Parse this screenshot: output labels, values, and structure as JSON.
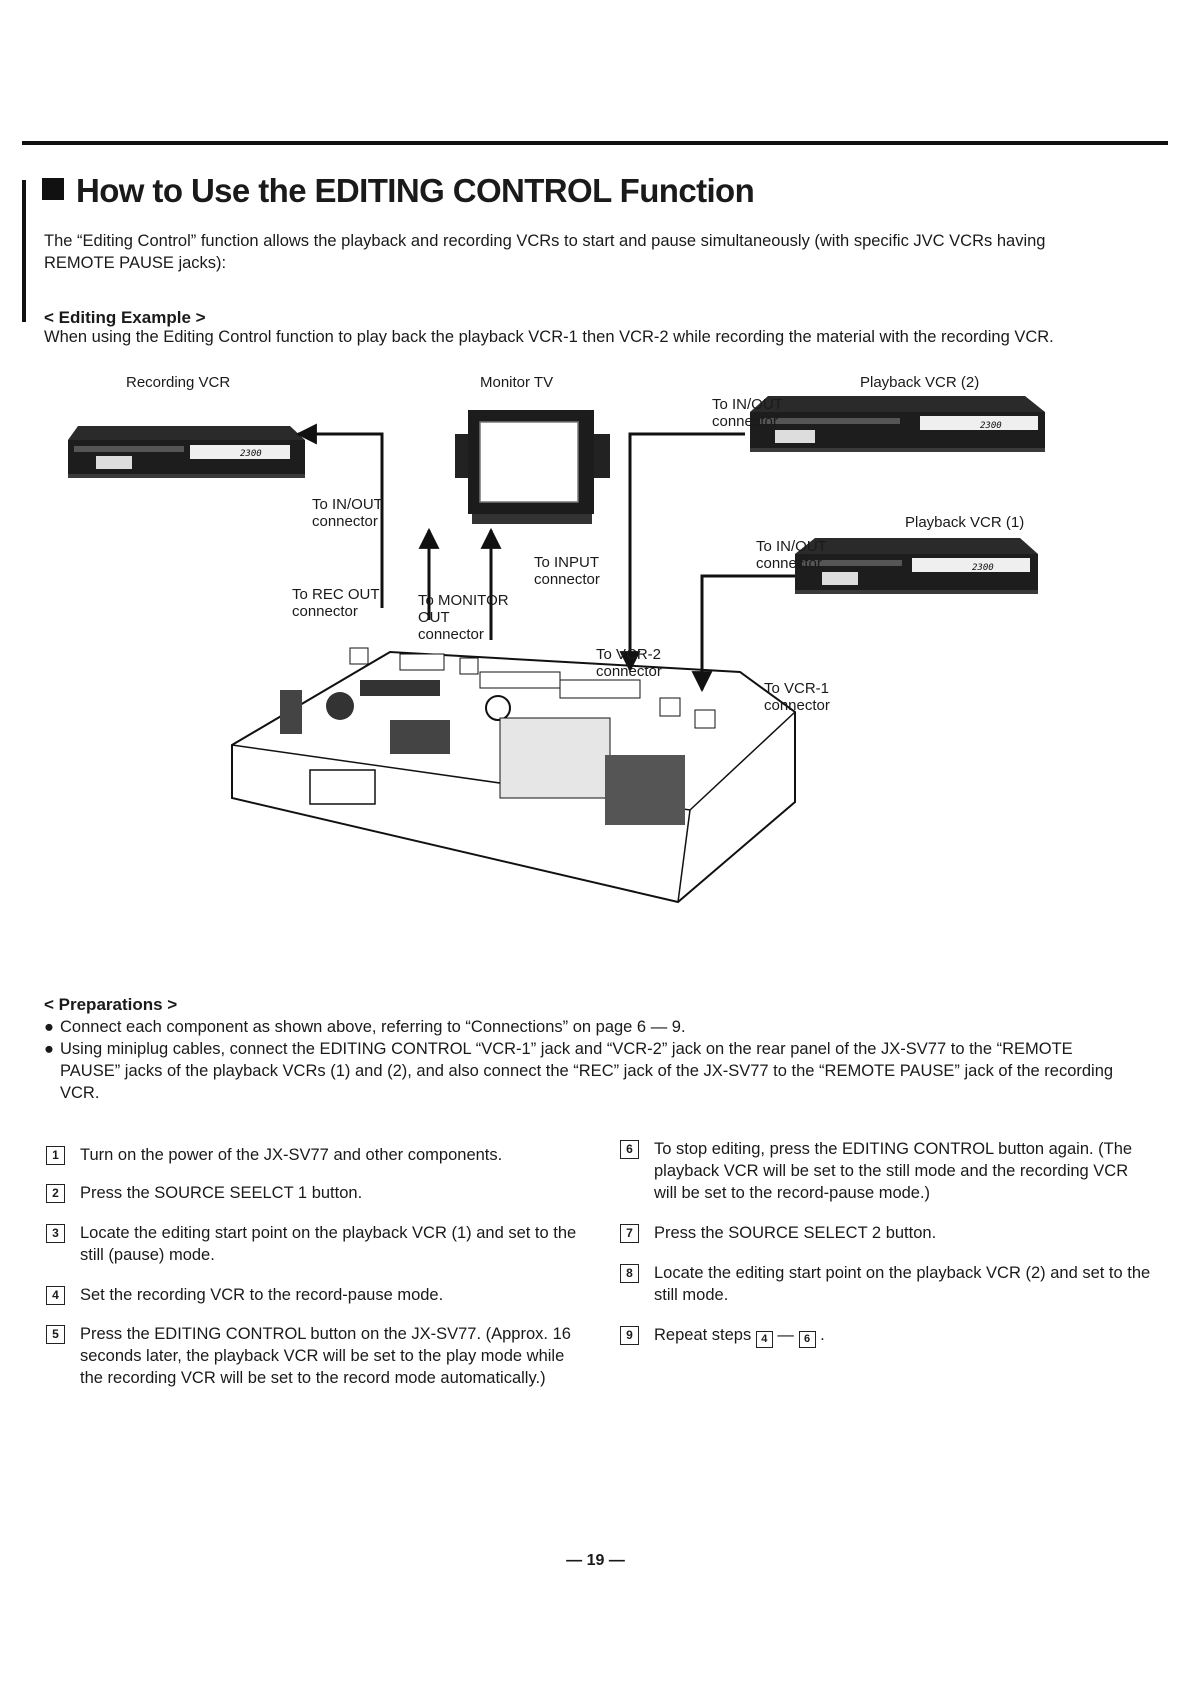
{
  "title": "How to Use the EDITING CONTROL Function",
  "intro": "The “Editing Control” function allows the playback and recording VCRs to start and pause simultaneously (with specific JVC VCRs having REMOTE PAUSE jacks):",
  "editing_example": {
    "heading": "< Editing Example >",
    "text": "When using the Editing Control function to play back the playback VCR-1 then VCR-2 while recording the material with the recording VCR."
  },
  "diagram": {
    "recording_vcr": "Recording VCR",
    "monitor_tv": "Monitor TV",
    "playback_vcr_2": "Playback VCR (2)",
    "playback_vcr_1": "Playback VCR (1)",
    "to_inout_rec_1": "To IN/OUT",
    "to_inout_rec_2": "connector",
    "to_inout_pb2_1": "To IN/OUT",
    "to_inout_pb2_2": "connector",
    "to_inout_pb1_1": "To IN/OUT",
    "to_inout_pb1_2": "connector",
    "to_rec_out_1": "To REC OUT",
    "to_rec_out_2": "connector",
    "to_monitor_out_1": "To MONITOR",
    "to_monitor_out_2": "OUT",
    "to_monitor_out_3": "connector",
    "to_input_1": "To INPUT",
    "to_input_2": "connector",
    "to_vcr2_1": "To VCR-2",
    "to_vcr2_2": "connector",
    "to_vcr1_1": "To VCR-1",
    "to_vcr1_2": "connector",
    "vcr_counter": "2300"
  },
  "preparations": {
    "heading": "< Preparations >",
    "items": [
      "Connect each component as shown above, referring to “Connections” on page 6 — 9.",
      "Using miniplug cables, connect the EDITING CONTROL “VCR-1” jack and “VCR-2” jack on the rear panel of the JX-SV77 to the “REMOTE PAUSE” jacks of the playback VCRs (1) and (2), and also connect the “REC” jack of the JX-SV77 to the “REMOTE PAUSE” jack of the recording VCR."
    ]
  },
  "steps": [
    {
      "num": "1",
      "text": "Turn on the power of the JX-SV77 and other components."
    },
    {
      "num": "2",
      "text": "Press the SOURCE SEELCT 1 button."
    },
    {
      "num": "3",
      "text": "Locate the editing start point on the playback VCR (1) and set to the still (pause) mode."
    },
    {
      "num": "4",
      "text": "Set the recording VCR to the record-pause mode."
    },
    {
      "num": "5",
      "text": "Press the EDITING CONTROL button on the JX-SV77. (Approx. 16 seconds later, the playback VCR will be set to the play mode while the recording VCR will be set to the record mode automatically.)"
    },
    {
      "num": "6",
      "text": "To stop editing, press the EDITING CONTROL button again. (The playback VCR will be set to the still mode and the recording VCR will be set to the record-pause mode.)"
    },
    {
      "num": "7",
      "text": "Press the SOURCE SELECT 2 button."
    },
    {
      "num": "8",
      "text": "Locate the editing start point on the playback VCR (2) and set to the still mode."
    },
    {
      "num": "9",
      "text": "Repeat steps"
    }
  ],
  "repeat_from": "4",
  "repeat_dash": "—",
  "repeat_to": "6",
  "repeat_end": ".",
  "bullet": "●",
  "page_number": "— 19 —"
}
